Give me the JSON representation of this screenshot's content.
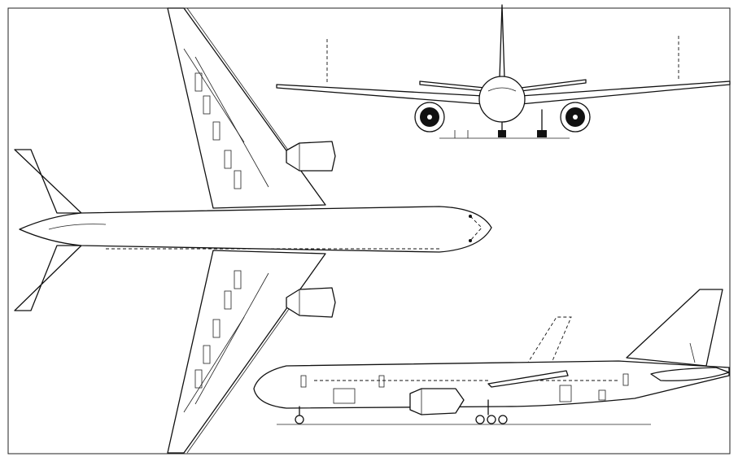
{
  "views": [
    "plan",
    "front",
    "side"
  ],
  "colors": {
    "ink": "#111111",
    "paper": "#ffffff"
  }
}
